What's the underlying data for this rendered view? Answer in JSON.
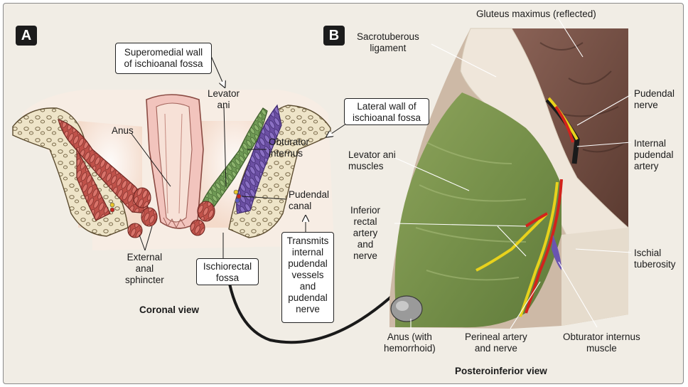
{
  "panel_a": {
    "badge": "A",
    "caption": "Coronal view",
    "labels": {
      "superomedial_wall": "Superomedial wall\nof ischioanal fossa",
      "levator_ani": "Levator\nani",
      "anus": "Anus",
      "lateral_wall": "Lateral wall of\nischioanal fossa",
      "obturator_internus": "Obturator\ninternus",
      "pudendal_canal": "Pudendal\ncanal",
      "transmits": "Transmits\ninternal\npudendal\nvessels\nand\npudendal\nnerve",
      "external_anal_sphincter": "External\nanal\nsphincter",
      "ischiorectal_fossa": "Ischiorectal\nfossa"
    }
  },
  "panel_b": {
    "badge": "B",
    "caption": "Posteroinferior view",
    "labels": {
      "gluteus_maximus": "Gluteus maximus (reflected)",
      "sacrotuberous": "Sacrotuberous\nligament",
      "pudendal_nerve": "Pudendal\nnerve",
      "internal_pudendal_artery": "Internal\npudendal\nartery",
      "levator_ani_muscles": "Levator ani\nmuscles",
      "inferior_rectal": "Inferior\nrectal\nartery\nand\nnerve",
      "ischial_tuberosity": "Ischial\ntuberosity",
      "anus_hemorrhoid": "Anus (with\nhemorrhoid)",
      "perineal": "Perineal artery\nand nerve",
      "obturator_internus_muscle": "Obturator internus\nmuscle"
    }
  },
  "colors": {
    "muscle_red": "#c0524a",
    "levator_green": "#6f9a55",
    "obturator_purple": "#7a5cb0",
    "bone": "#eee4c8",
    "nerve_yellow": "#e8d21c",
    "artery_red": "#d2231c",
    "ligament": "#efe6da",
    "photo_green": "#7d9450",
    "gluteus_brown": "#6e4a3e"
  }
}
